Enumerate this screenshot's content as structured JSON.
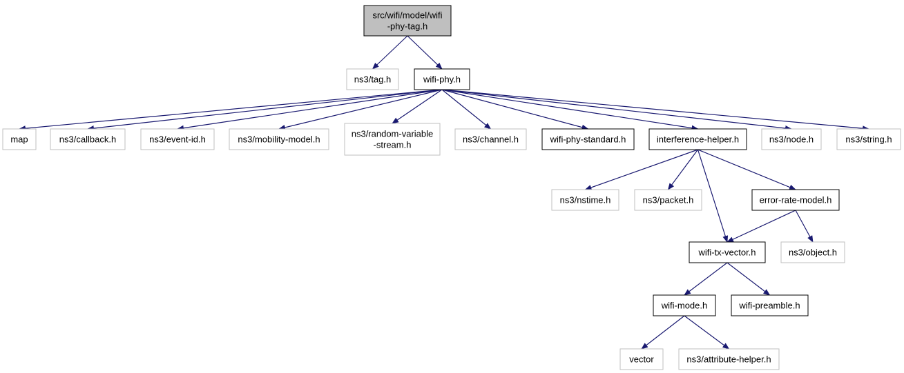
{
  "colors": {
    "edge": "#191970",
    "root_fill": "#bfbfbf",
    "doc_border": "#000000",
    "ext_border": "#bfbfbf",
    "background": "#ffffff"
  },
  "nodes": [
    {
      "id": "root",
      "label": "src/wifi/model/wifi-phy-tag.h",
      "lines": [
        "src/wifi/model/wifi",
        "-phy-tag.h"
      ],
      "kind": "root"
    },
    {
      "id": "tag",
      "label": "ns3/tag.h",
      "lines": [
        "ns3/tag.h"
      ],
      "kind": "external"
    },
    {
      "id": "wifiphy",
      "label": "wifi-phy.h",
      "lines": [
        "wifi-phy.h"
      ],
      "kind": "documented"
    },
    {
      "id": "map",
      "label": "map",
      "lines": [
        "map"
      ],
      "kind": "external"
    },
    {
      "id": "callback",
      "label": "ns3/callback.h",
      "lines": [
        "ns3/callback.h"
      ],
      "kind": "external"
    },
    {
      "id": "eventid",
      "label": "ns3/event-id.h",
      "lines": [
        "ns3/event-id.h"
      ],
      "kind": "external"
    },
    {
      "id": "mobility",
      "label": "ns3/mobility-model.h",
      "lines": [
        "ns3/mobility-model.h"
      ],
      "kind": "external"
    },
    {
      "id": "random",
      "label": "ns3/random-variable-stream.h",
      "lines": [
        "ns3/random-variable",
        "-stream.h"
      ],
      "kind": "external"
    },
    {
      "id": "channel",
      "label": "ns3/channel.h",
      "lines": [
        "ns3/channel.h"
      ],
      "kind": "external"
    },
    {
      "id": "standard",
      "label": "wifi-phy-standard.h",
      "lines": [
        "wifi-phy-standard.h"
      ],
      "kind": "documented"
    },
    {
      "id": "interference",
      "label": "interference-helper.h",
      "lines": [
        "interference-helper.h"
      ],
      "kind": "documented"
    },
    {
      "id": "node",
      "label": "ns3/node.h",
      "lines": [
        "ns3/node.h"
      ],
      "kind": "external"
    },
    {
      "id": "string",
      "label": "ns3/string.h",
      "lines": [
        "ns3/string.h"
      ],
      "kind": "external"
    },
    {
      "id": "nstime",
      "label": "ns3/nstime.h",
      "lines": [
        "ns3/nstime.h"
      ],
      "kind": "external"
    },
    {
      "id": "packet",
      "label": "ns3/packet.h",
      "lines": [
        "ns3/packet.h"
      ],
      "kind": "external"
    },
    {
      "id": "errorrate",
      "label": "error-rate-model.h",
      "lines": [
        "error-rate-model.h"
      ],
      "kind": "documented"
    },
    {
      "id": "txvector",
      "label": "wifi-tx-vector.h",
      "lines": [
        "wifi-tx-vector.h"
      ],
      "kind": "documented"
    },
    {
      "id": "object",
      "label": "ns3/object.h",
      "lines": [
        "ns3/object.h"
      ],
      "kind": "external"
    },
    {
      "id": "wifimode",
      "label": "wifi-mode.h",
      "lines": [
        "wifi-mode.h"
      ],
      "kind": "documented"
    },
    {
      "id": "preamble",
      "label": "wifi-preamble.h",
      "lines": [
        "wifi-preamble.h"
      ],
      "kind": "documented"
    },
    {
      "id": "vector",
      "label": "vector",
      "lines": [
        "vector"
      ],
      "kind": "external"
    },
    {
      "id": "attribute",
      "label": "ns3/attribute-helper.h",
      "lines": [
        "ns3/attribute-helper.h"
      ],
      "kind": "external"
    }
  ],
  "edges": [
    {
      "from": "root",
      "to": "tag"
    },
    {
      "from": "root",
      "to": "wifiphy"
    },
    {
      "from": "wifiphy",
      "to": "map"
    },
    {
      "from": "wifiphy",
      "to": "callback"
    },
    {
      "from": "wifiphy",
      "to": "eventid"
    },
    {
      "from": "wifiphy",
      "to": "mobility"
    },
    {
      "from": "wifiphy",
      "to": "random"
    },
    {
      "from": "wifiphy",
      "to": "channel"
    },
    {
      "from": "wifiphy",
      "to": "standard"
    },
    {
      "from": "wifiphy",
      "to": "interference"
    },
    {
      "from": "wifiphy",
      "to": "node"
    },
    {
      "from": "wifiphy",
      "to": "string"
    },
    {
      "from": "interference",
      "to": "nstime"
    },
    {
      "from": "interference",
      "to": "packet"
    },
    {
      "from": "interference",
      "to": "errorrate"
    },
    {
      "from": "interference",
      "to": "txvector"
    },
    {
      "from": "errorrate",
      "to": "txvector"
    },
    {
      "from": "errorrate",
      "to": "object"
    },
    {
      "from": "txvector",
      "to": "wifimode"
    },
    {
      "from": "txvector",
      "to": "preamble"
    },
    {
      "from": "wifimode",
      "to": "vector"
    },
    {
      "from": "wifimode",
      "to": "attribute"
    }
  ]
}
